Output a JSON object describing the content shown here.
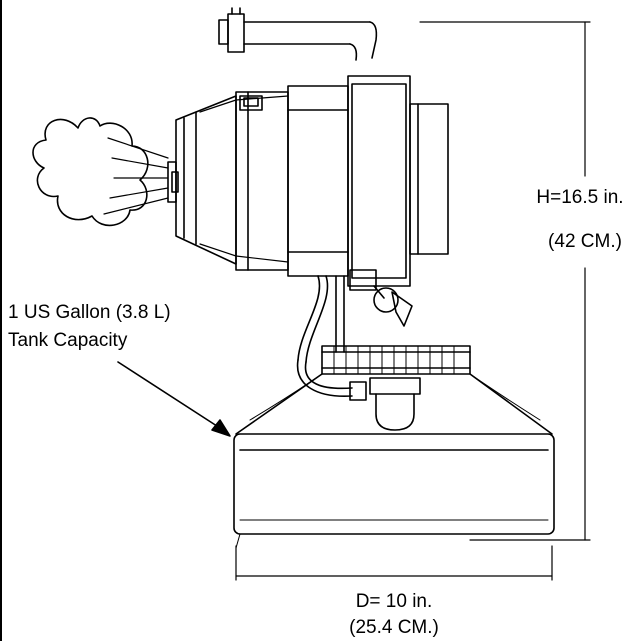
{
  "labels": {
    "height_value": "H=16.5 in.",
    "height_metric": "(42 CM.)",
    "capacity_line1": "1 US Gallon (3.8 L)",
    "capacity_line2": "Tank Capacity",
    "diameter_value": "D= 10 in.",
    "diameter_metric": "(25.4 CM.)"
  },
  "colors": {
    "line": "#000000",
    "background": "#ffffff"
  }
}
